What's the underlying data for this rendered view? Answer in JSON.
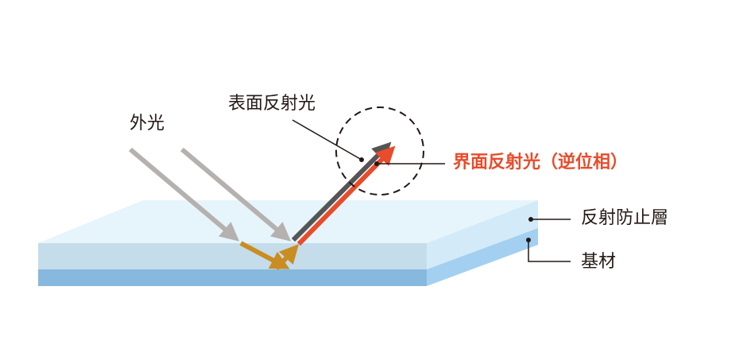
{
  "labels": {
    "incident_light": "外光",
    "surface_reflection": "表面反射光",
    "interface_reflection": "界面反射光（逆位相）",
    "ar_layer": "反射防止層",
    "substrate": "基材"
  },
  "colors": {
    "top_face": "#e6f4fc",
    "ar_front": "#c5dcea",
    "substrate_front": "#87b9de",
    "ar_side": "#d3eaf8",
    "substrate_side": "#a3d0f0",
    "incident_arrow": "#b5b1af",
    "internal_arrow": "#c98d22",
    "surface_arrow": "#555555",
    "interface_arrow": "#e84c2a"
  }
}
